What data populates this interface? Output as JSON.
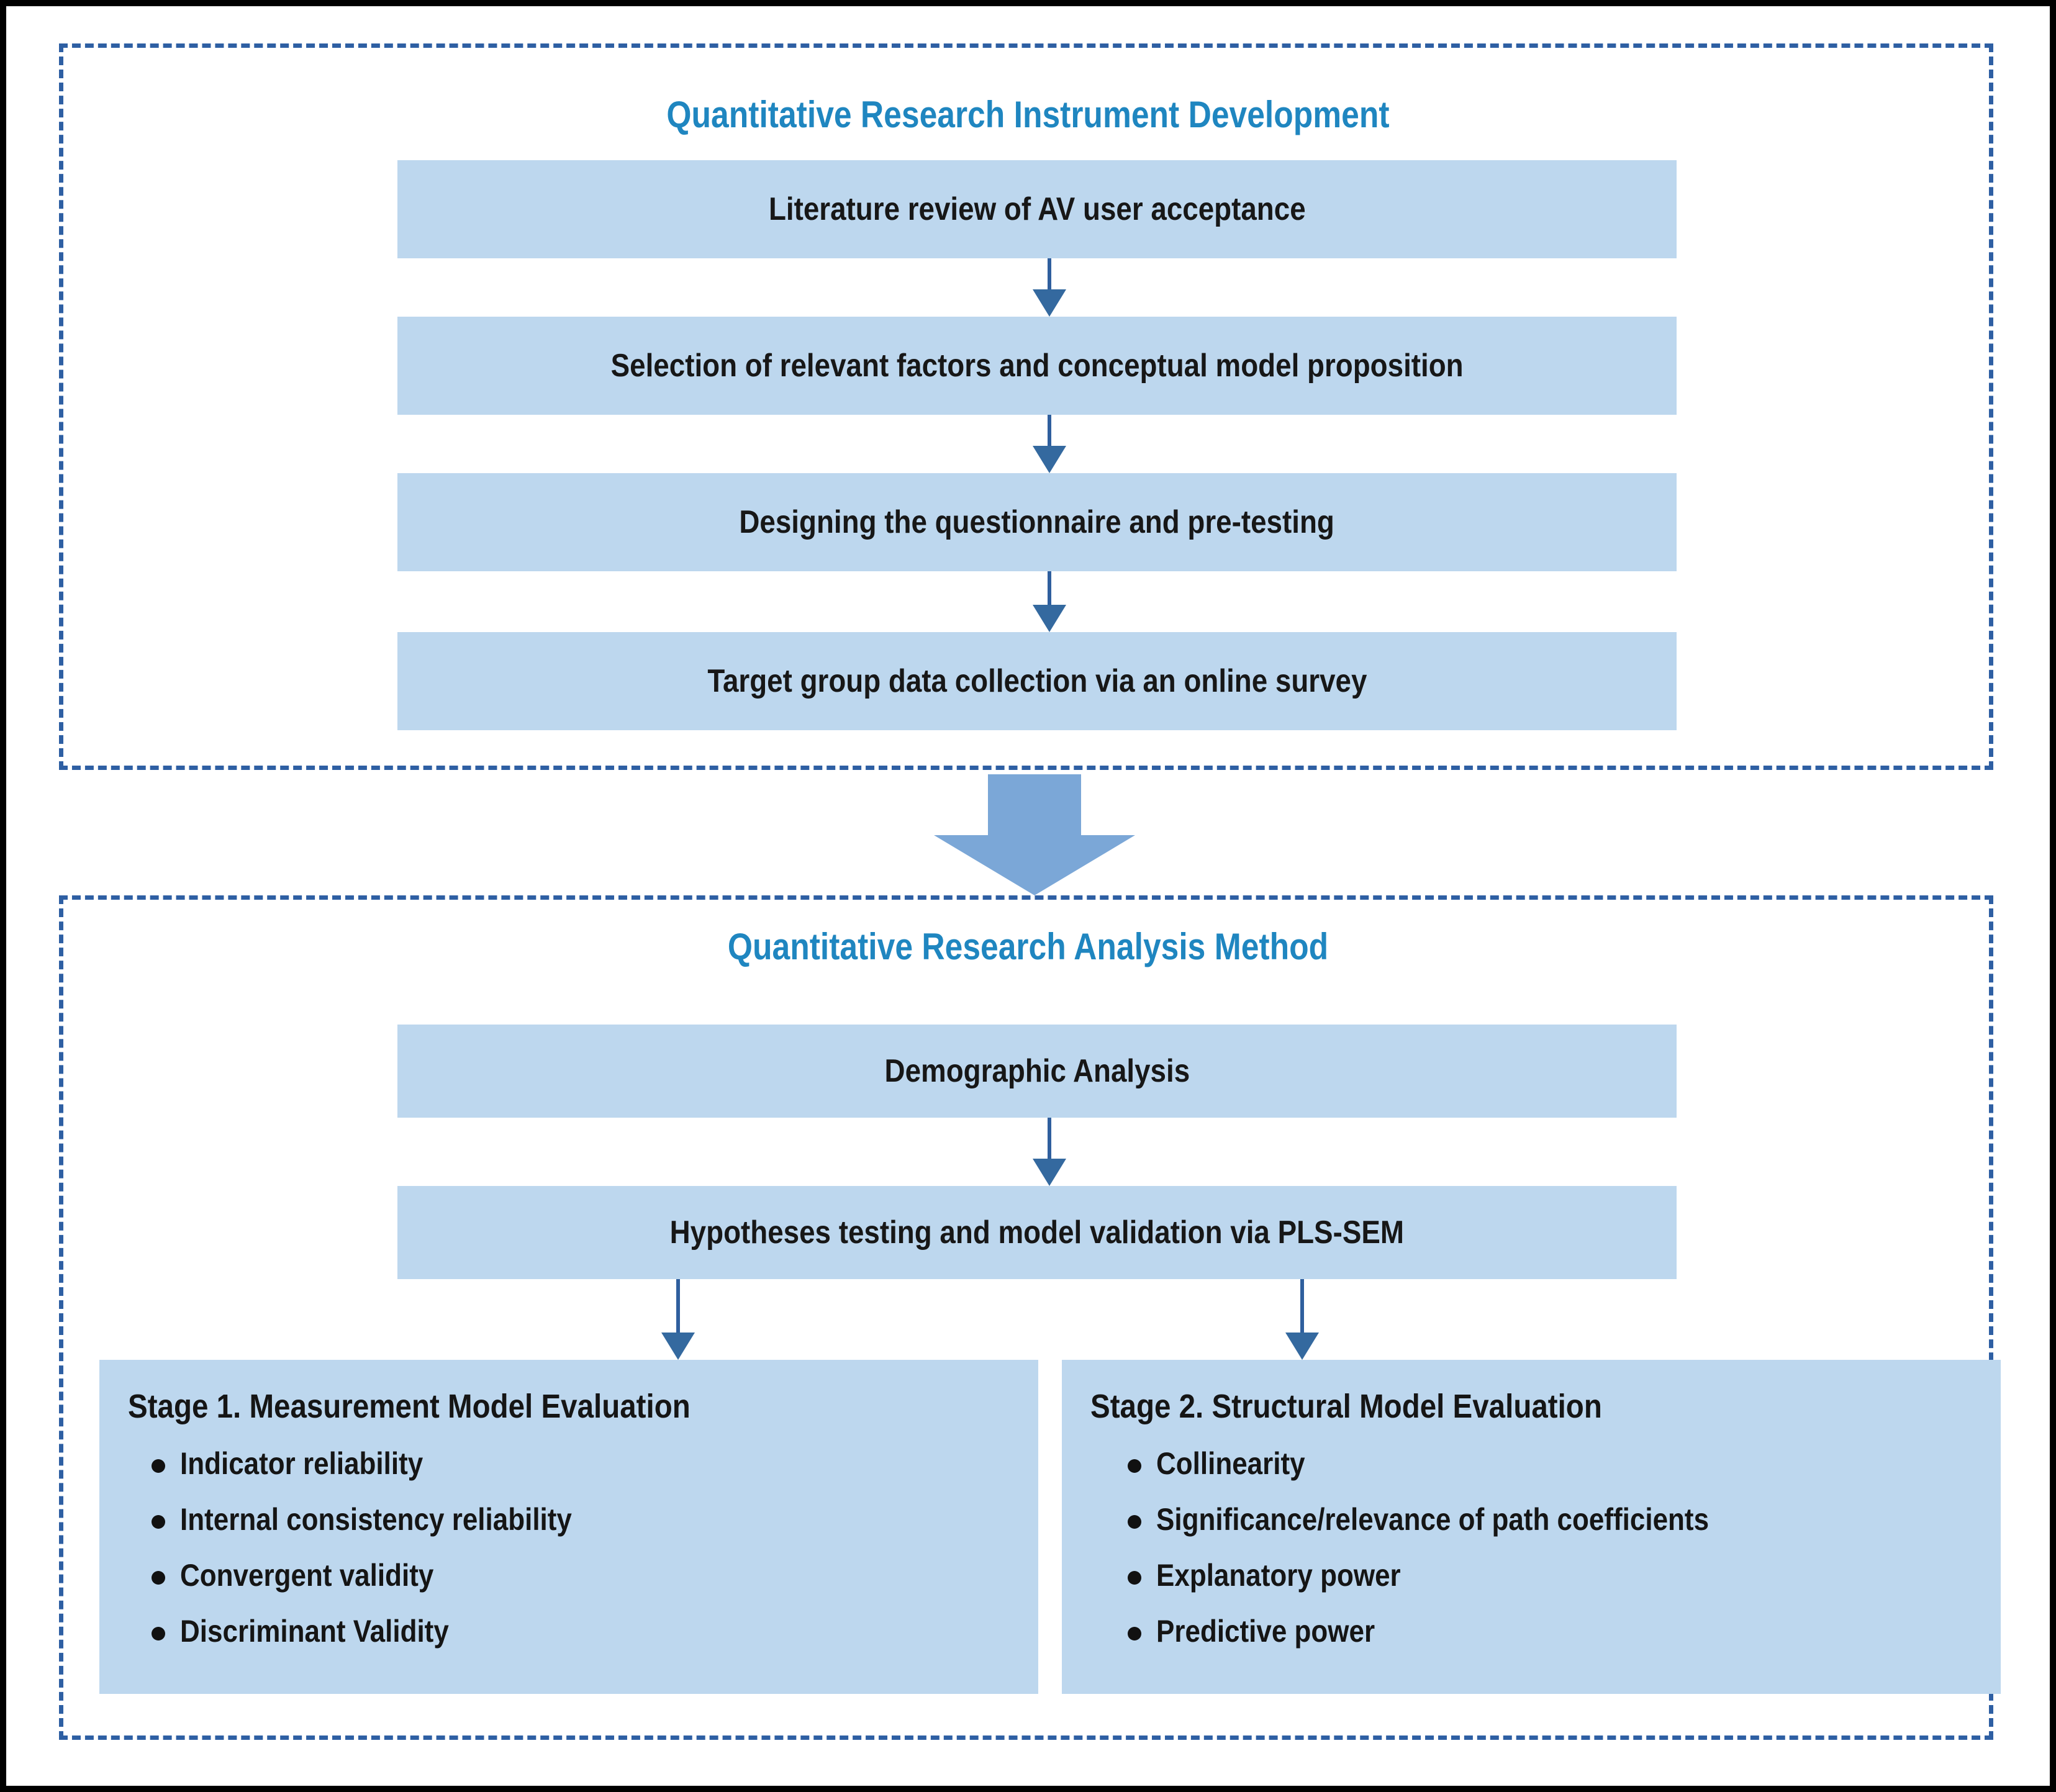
{
  "figure": {
    "colors": {
      "outer_border": "#000000",
      "section_dashed_border": "#2e5fa3",
      "section_title_text": "#1f86c0",
      "process_box_fill": "#bdd7ee",
      "arrow_line": "#2f5f9e",
      "big_arrow_fill": "#7ba7d7",
      "body_text": "#151515",
      "page_background": "#ffffff"
    }
  },
  "sections": {
    "top": {
      "title": "Quantitative Research Instrument Development",
      "steps": [
        {
          "label": "Literature review of AV user acceptance"
        },
        {
          "label": "Selection of relevant factors and conceptual model proposition"
        },
        {
          "label": "Designing the questionnaire and pre-testing"
        },
        {
          "label": "Target group data collection via an online survey"
        }
      ]
    },
    "bottom": {
      "title": "Quantitative Research Analysis Method",
      "steps": [
        {
          "label": "Demographic Analysis"
        },
        {
          "label": "Hypotheses testing and model validation via PLS-SEM"
        }
      ],
      "stages": [
        {
          "heading": "Stage 1. Measurement Model Evaluation",
          "items": [
            "Indicator reliability",
            "Internal consistency reliability",
            "Convergent validity",
            "Discriminant Validity"
          ]
        },
        {
          "heading": "Stage 2. Structural Model Evaluation",
          "items": [
            "Collinearity",
            "Significance/relevance  of path coefficients",
            "Explanatory power",
            "Predictive power"
          ]
        }
      ]
    }
  }
}
